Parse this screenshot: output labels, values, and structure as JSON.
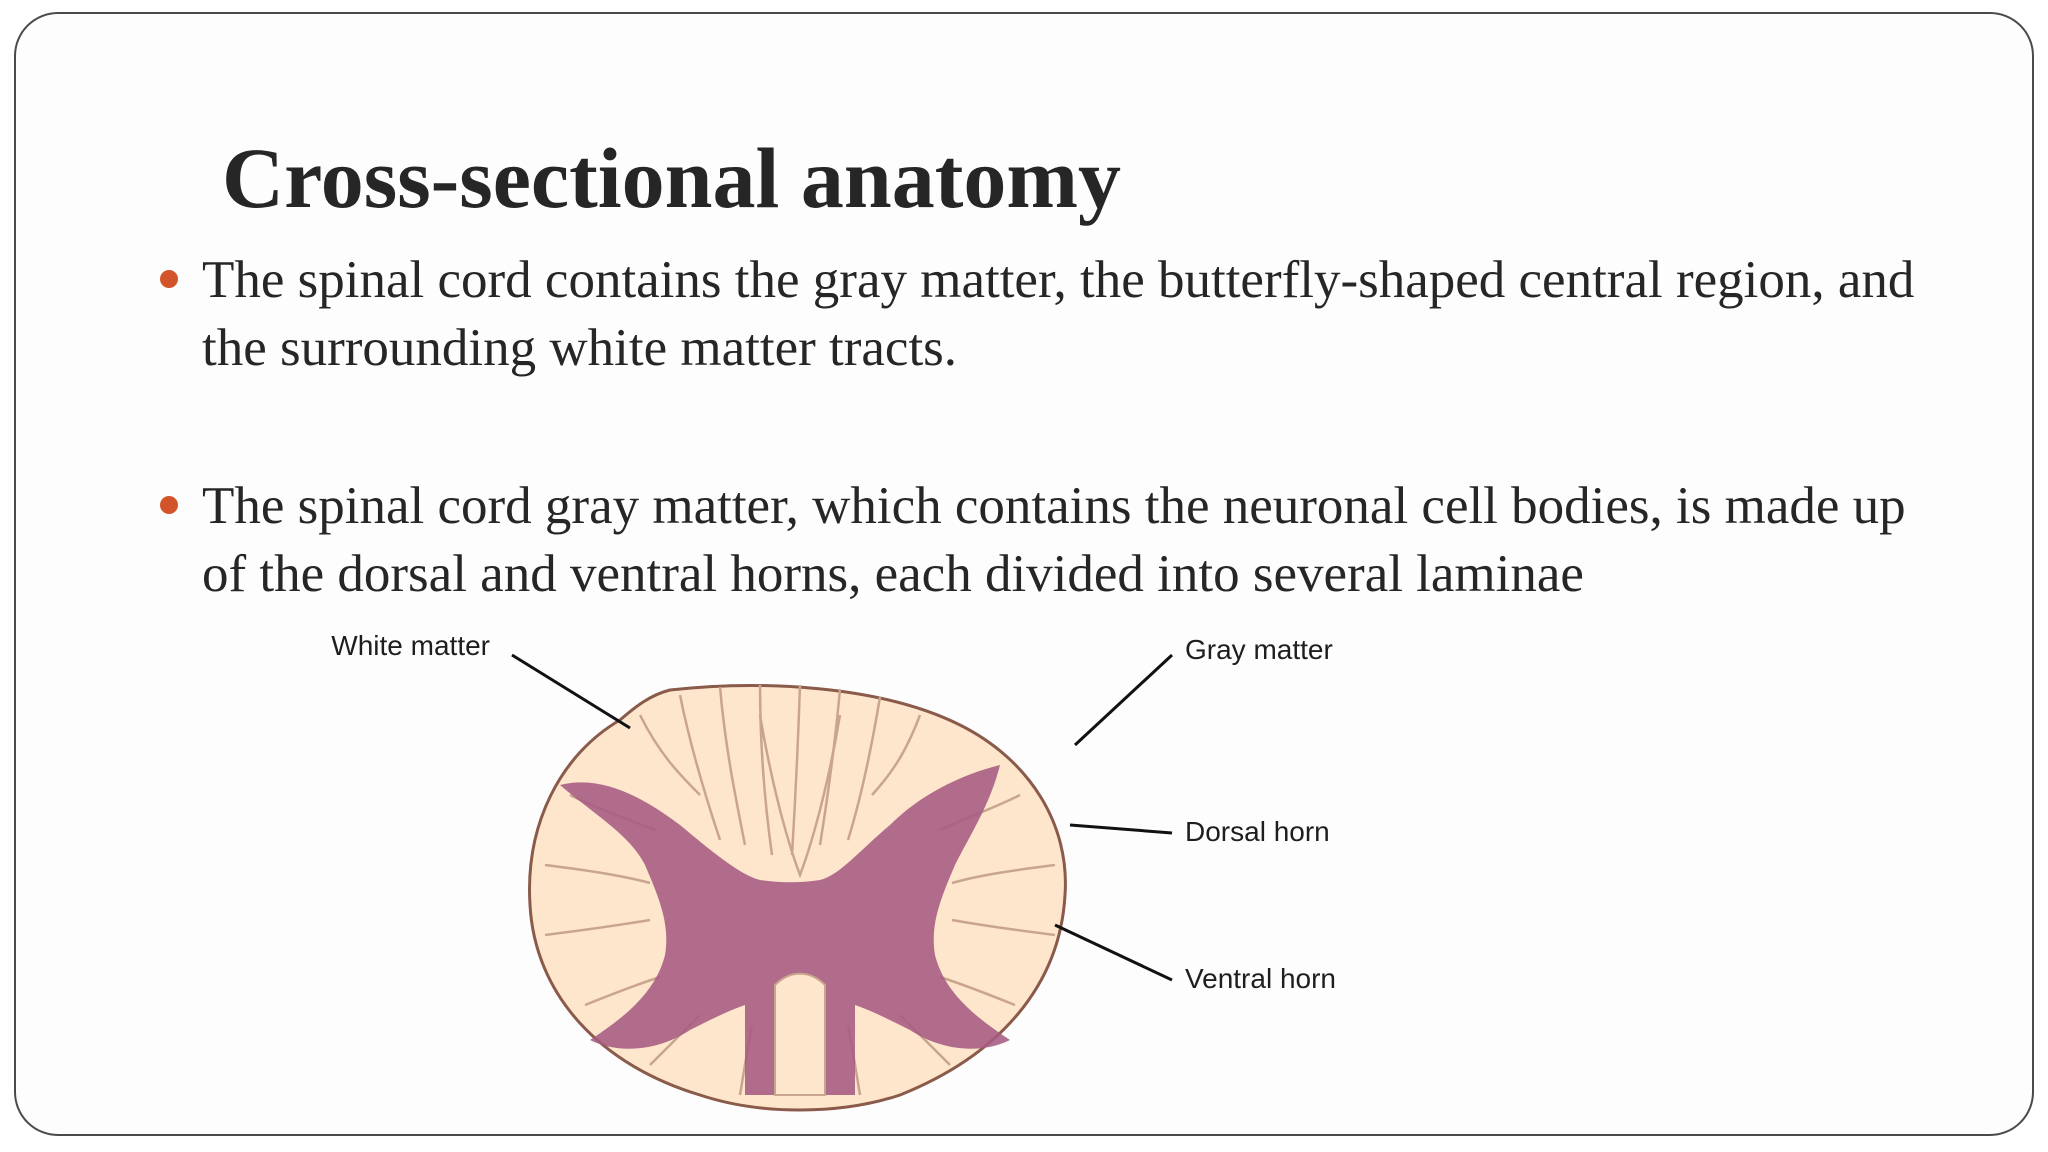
{
  "slide": {
    "title": "Cross-sectional anatomy",
    "bullets": [
      "The spinal cord contains the gray matter, the butterfly-shaped central region, and the surrounding white matter tracts.",
      "The spinal cord gray matter, which contains the neuronal cell bodies, is made up of the dorsal and ventral horns, each divided into several laminae"
    ],
    "bullet_color": "#d2542a"
  },
  "diagram": {
    "labels": {
      "white_matter": "White matter",
      "gray_matter": "Gray matter",
      "dorsal_horn": "Dorsal horn",
      "ventral_horn": "Ventral horn"
    },
    "colors": {
      "white_matter": "#fde6cc",
      "gray_matter": "#a65b82",
      "outline": "#8a5a4a"
    }
  }
}
